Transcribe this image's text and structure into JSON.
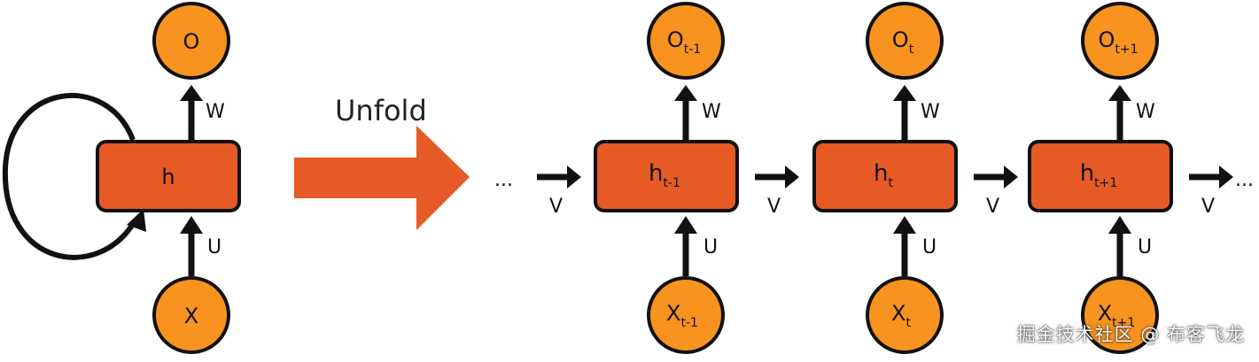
{
  "colors": {
    "circle_fill": "#F7931E",
    "box_fill": "#E55A25",
    "stroke": "#111111",
    "unfold_arrow": "#E55A25"
  },
  "folded": {
    "output": "O",
    "hidden": "h",
    "input": "X",
    "w_label": "W",
    "u_label": "U"
  },
  "unfold_label": "Unfold",
  "ellipsis": "...",
  "v_label": "V",
  "steps": [
    {
      "o_main": "O",
      "o_sub": "t-1",
      "h_main": "h",
      "h_sub": "t-1",
      "x_main": "X",
      "x_sub": "t-1",
      "w": "W",
      "u": "U",
      "v": "V"
    },
    {
      "o_main": "O",
      "o_sub": "t",
      "h_main": "h",
      "h_sub": "t",
      "x_main": "X",
      "x_sub": "t",
      "w": "W",
      "u": "U",
      "v": "V"
    },
    {
      "o_main": "O",
      "o_sub": "t+1",
      "h_main": "h",
      "h_sub": "t+1",
      "x_main": "X",
      "x_sub": "t+1",
      "w": "W",
      "u": "U",
      "v": "V"
    }
  ],
  "watermark": "掘金技术社区 @ 布客飞龙"
}
